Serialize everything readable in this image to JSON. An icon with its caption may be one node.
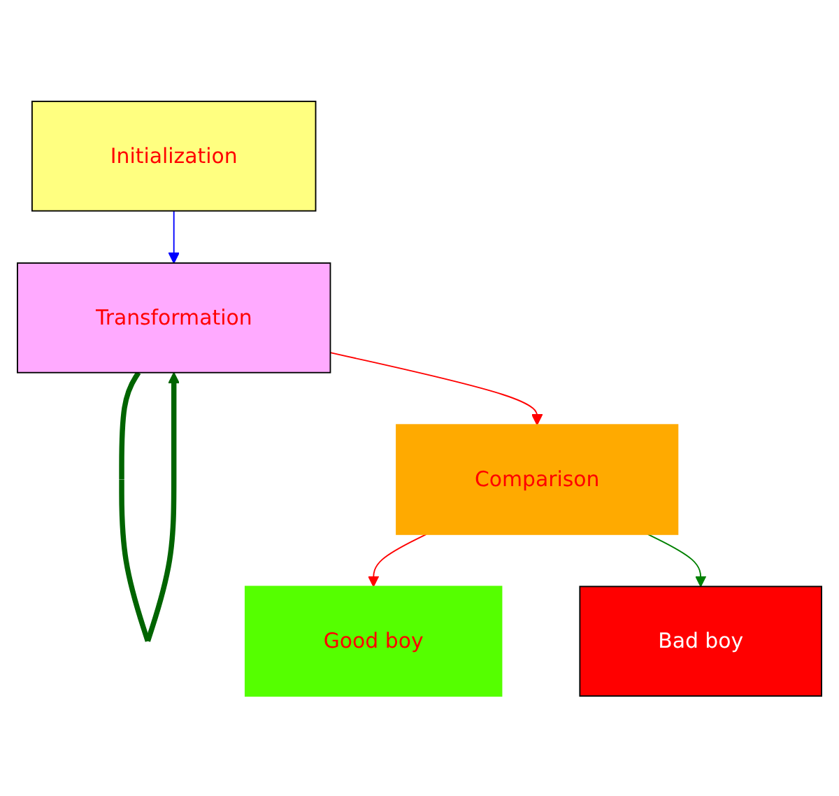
{
  "diagram": {
    "nodes": [
      {
        "text": [
          "Initialization"
        ]
      },
      {
        "text": [
          "Transformation"
        ]
      },
      {
        "text": [
          "Comparison"
        ]
      },
      {
        "text": [
          "Good boy"
        ]
      },
      {
        "text": [
          "Bad boy"
        ]
      }
    ],
    "edges": [
      {
        "from": 0,
        "to": 1,
        "arrow": "to",
        "color": "#0000ff"
      },
      {
        "from": 1,
        "to": 1,
        "arrow": "to",
        "style": "thick",
        "color": "#006400"
      },
      {
        "from": 1,
        "to": 2,
        "arrow": "to",
        "color": "#ff0000"
      },
      {
        "from": 2,
        "to": 3,
        "arrow": "to",
        "color": "#ff0000"
      },
      {
        "from": 2,
        "to": 4,
        "arrow": "to",
        "color": "#008000"
      }
    ]
  }
}
